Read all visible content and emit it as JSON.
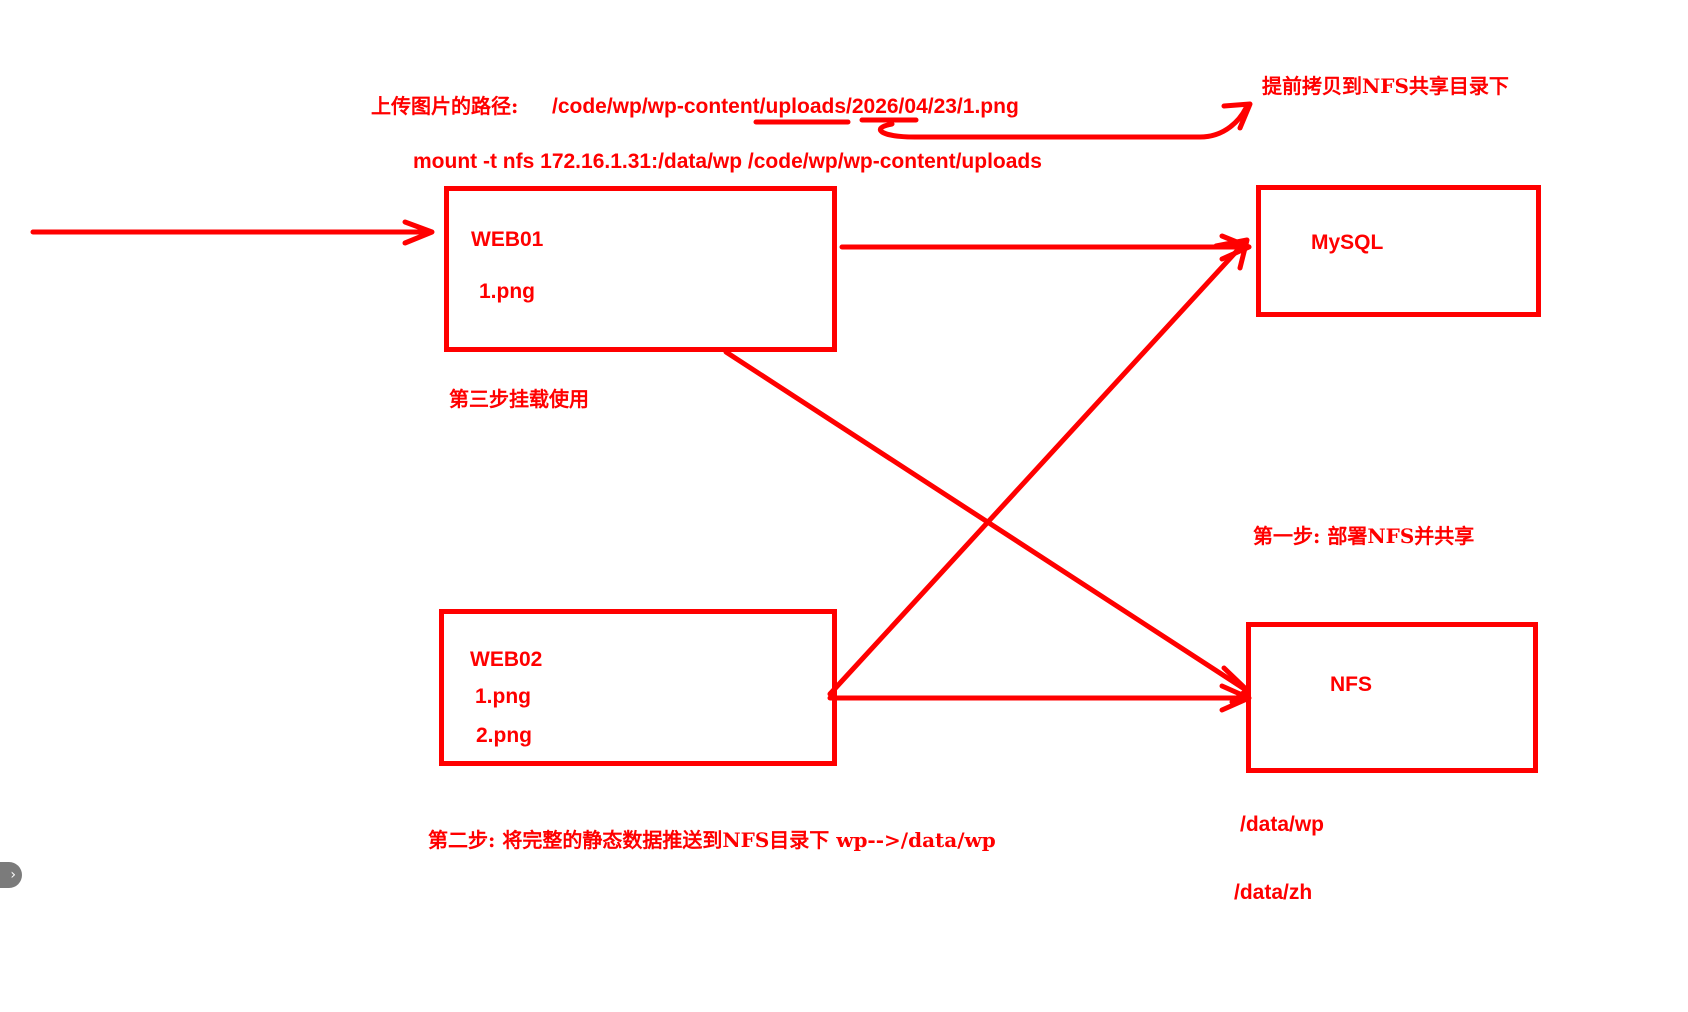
{
  "colors": {
    "ink": "#ff0000",
    "background": "#ffffff",
    "handle": "#7b7b7b"
  },
  "annotations": {
    "upload_path_prefix": "上传图片的路径:",
    "upload_path": "/code/wp/wp-content/uploads/2026/04/23/1.png",
    "mount_command": "mount -t nfs 172.16.1.31:/data/wp  /code/wp/wp-content/uploads",
    "copy_note": "提前拷贝到NFS共享目录下",
    "step3": "第三步挂载使用",
    "step1": "第一步: 部署NFS并共享",
    "step2": "第二步: 将完整的静态数据推送到NFS目录下 wp-->/data/wp"
  },
  "nodes": {
    "web01": {
      "title": "WEB01",
      "files": [
        "1.png"
      ]
    },
    "web02": {
      "title": "WEB02",
      "files": [
        "1.png",
        "2.png"
      ]
    },
    "mysql": {
      "title": "MySQL"
    },
    "nfs": {
      "title": "NFS",
      "exports": [
        "/data/wp",
        "/data/zh"
      ]
    }
  },
  "handle": {
    "icon": "chevron-right-icon",
    "glyph": "›"
  }
}
